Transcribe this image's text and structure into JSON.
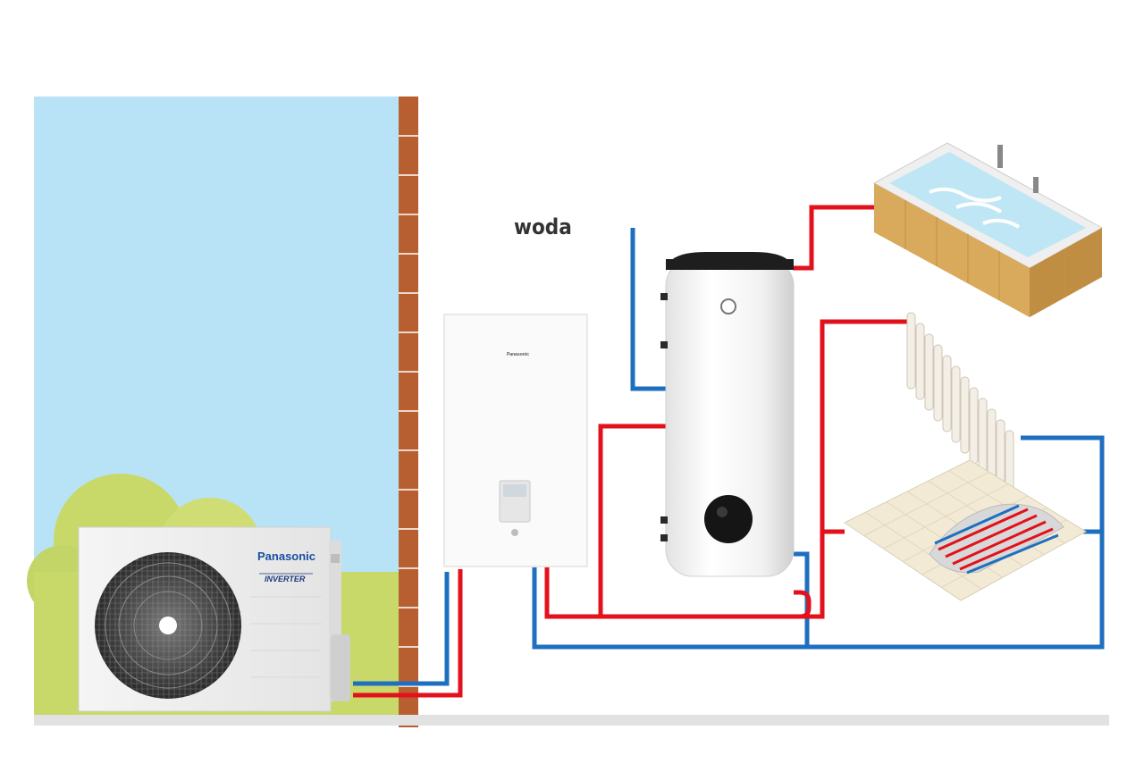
{
  "labels": {
    "water": "woda",
    "outdoor_brand": "Panasonic",
    "outdoor_series": "INVERTER",
    "indoor_brand": "Panasonic"
  },
  "colors": {
    "hot_pipe": "#e3111b",
    "cold_pipe": "#1f6fc0",
    "sky": "#b8e3f6",
    "wall": "#b85f31",
    "ground": "#e2e2e2",
    "bushes": "#c8d96a"
  },
  "components": [
    "outdoor-heat-pump-unit",
    "indoor-hydrobox-unit",
    "hot-water-cylinder",
    "bathtub",
    "radiator",
    "underfloor-heating"
  ]
}
